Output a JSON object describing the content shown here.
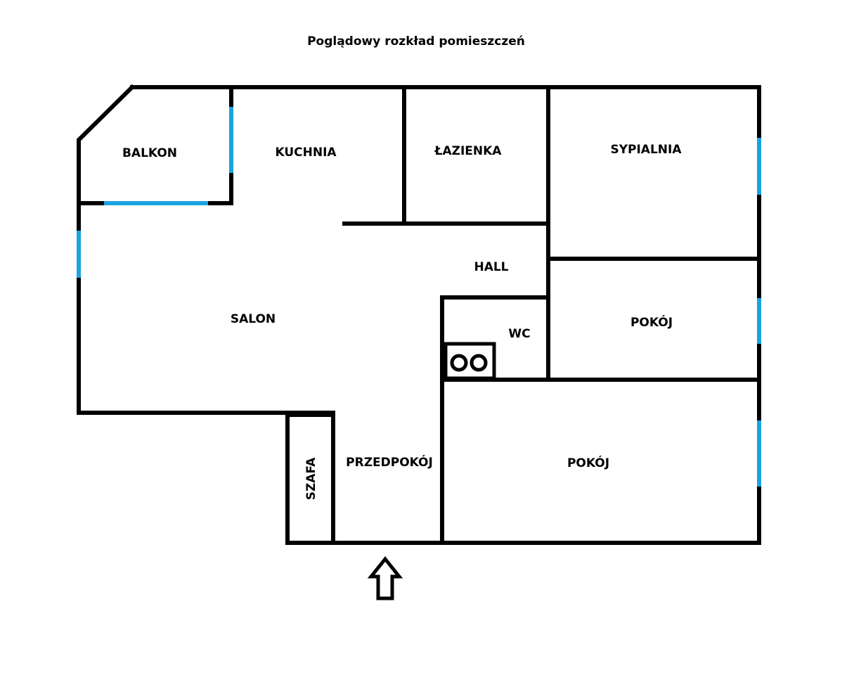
{
  "title": "Poglądowy rozkład pomieszczeń",
  "rooms": {
    "balkon": "BALKON",
    "kuchnia": "KUCHNIA",
    "lazienka": "ŁAZIENKA",
    "sypialnia": "SYPIALNIA",
    "hall": "HALL",
    "salon": "SALON",
    "wc": "WC",
    "pokoj_small": "POKÓJ",
    "pokoj_large": "POKÓJ",
    "przedpokoj": "PRZEDPOKÓJ",
    "szafa": "SZAFA"
  },
  "colors": {
    "wall": "#000000",
    "window": "#1ba3e0",
    "background": "#ffffff"
  },
  "icons": {
    "entrance": "entrance-arrow-icon",
    "toilet": "toilet-icon"
  }
}
